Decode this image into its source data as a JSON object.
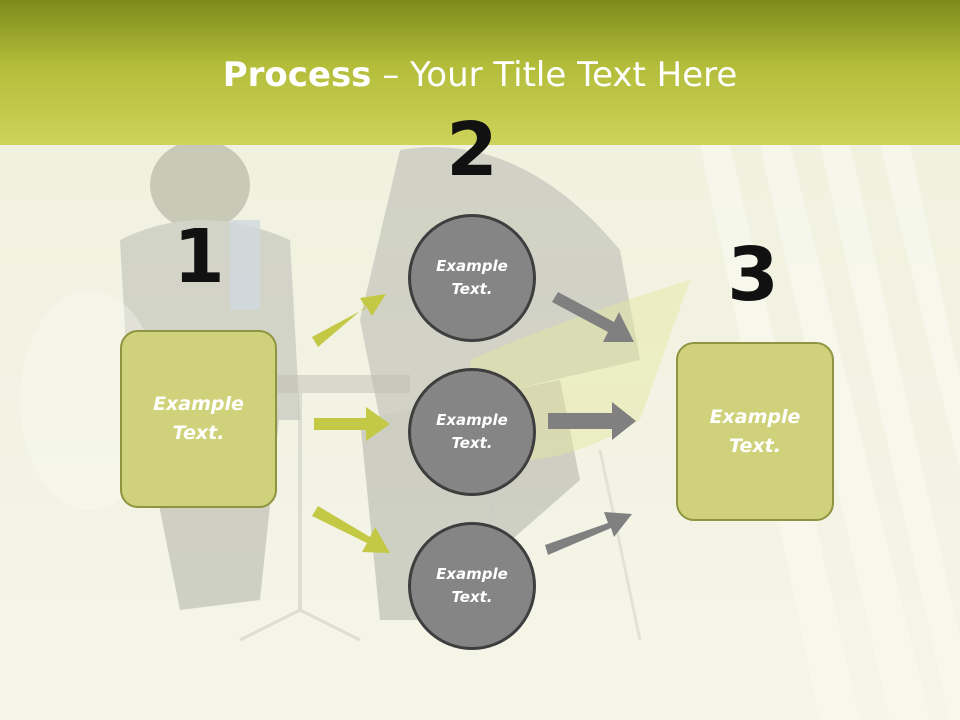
{
  "title": {
    "bold": "Process",
    "rest": " – Your Title Text Here"
  },
  "steps": {
    "one": {
      "number": "1",
      "text": "Example Text."
    },
    "two": {
      "number": "2"
    },
    "three": {
      "number": "3",
      "text": "Example Text."
    }
  },
  "circles": [
    {
      "text": "Example Text."
    },
    {
      "text": "Example Text."
    },
    {
      "text": "Example Text."
    }
  ],
  "colors": {
    "header": "#b3bd3a",
    "box_fill": "#cfd27a",
    "circle_fill": "#858585",
    "arrow_green": "#c3c944",
    "arrow_gray": "#808080"
  }
}
